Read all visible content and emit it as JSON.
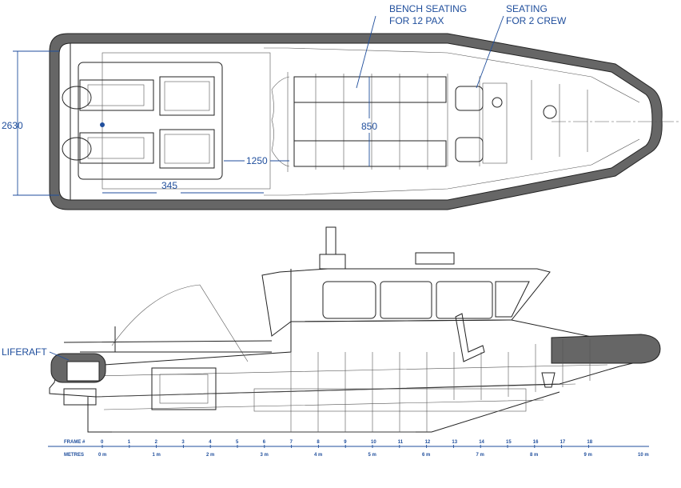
{
  "plan_view": {
    "labels": {
      "bench_line1": "BENCH SEATING",
      "bench_line2": "FOR 12 PAX",
      "crew_line1": "SEATING",
      "crew_line2": "FOR 2 CREW"
    },
    "dimensions": {
      "beam": "2630",
      "length_mid": "850",
      "engine_bay": "1250",
      "transom": "345"
    }
  },
  "profile_view": {
    "labels": {
      "liferaft": "LIFERAFT"
    }
  },
  "scale_bar": {
    "frame_label": "FRAME #",
    "metres_label": "METRES",
    "frames": [
      "0",
      "1",
      "2",
      "3",
      "4",
      "5",
      "6",
      "7",
      "8",
      "9",
      "10",
      "11",
      "12",
      "13",
      "14",
      "15",
      "16",
      "17",
      "18"
    ],
    "metres": [
      "0 m",
      "1 m",
      "2 m",
      "3 m",
      "4 m",
      "5 m",
      "6 m",
      "7 m",
      "8 m",
      "9 m",
      "10 m"
    ]
  },
  "colors": {
    "annotation": "#1f4e9c",
    "hull_fender": "#666666",
    "line": "#222222"
  }
}
